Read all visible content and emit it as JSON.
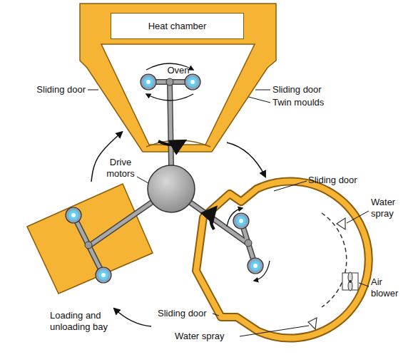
{
  "diagram": {
    "nodes": [
      {
        "text": [
          "Oven"
        ]
      },
      {
        "text": [
          "Heat chamber"
        ],
        "in": 0
      },
      {
        "text": [
          "Loading and unloading bay"
        ]
      }
    ],
    "edges": [
      {
        "from": 2,
        "to": 0,
        "arrow": "to"
      }
    ],
    "labels": [
      "Sliding door",
      "Sliding door",
      "Twin moulds",
      "Drive motors",
      "Sliding door",
      "Water spray",
      "Air blower",
      "Sliding door",
      "Water spray"
    ]
  }
}
